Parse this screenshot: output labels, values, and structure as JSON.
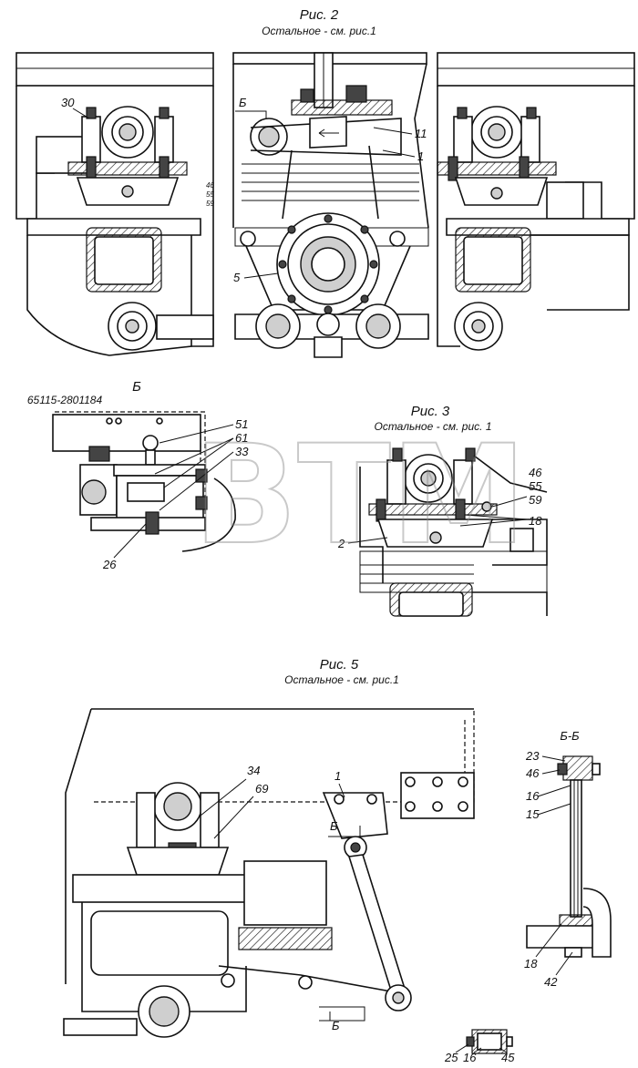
{
  "figures": {
    "fig2": {
      "title": "Рис. 2",
      "note": "Остальное - см. рис.1",
      "callouts": [
        "30",
        "Б",
        "11",
        "1",
        "5"
      ],
      "small_callouts": [
        "46",
        "55",
        "59"
      ]
    },
    "viewB": {
      "title": "Б",
      "part_number": "65115-2801184",
      "callouts": [
        "51",
        "61",
        "33",
        "26"
      ]
    },
    "fig3": {
      "title": "Рис. 3",
      "note": "Остальное - см. рис. 1",
      "callouts": [
        "46",
        "55",
        "59",
        "18",
        "2"
      ]
    },
    "fig5": {
      "title": "Рис. 5",
      "note": "Остальное - см. рис.1",
      "callouts": [
        "34",
        "69",
        "1",
        "Б",
        "Б"
      ]
    },
    "sectionBB": {
      "title": "Б-Б",
      "callouts": [
        "23",
        "46",
        "16",
        "15",
        "18",
        "42"
      ]
    },
    "detail": {
      "callouts": [
        "25",
        "16",
        "45"
      ]
    }
  },
  "watermark": "BTM"
}
